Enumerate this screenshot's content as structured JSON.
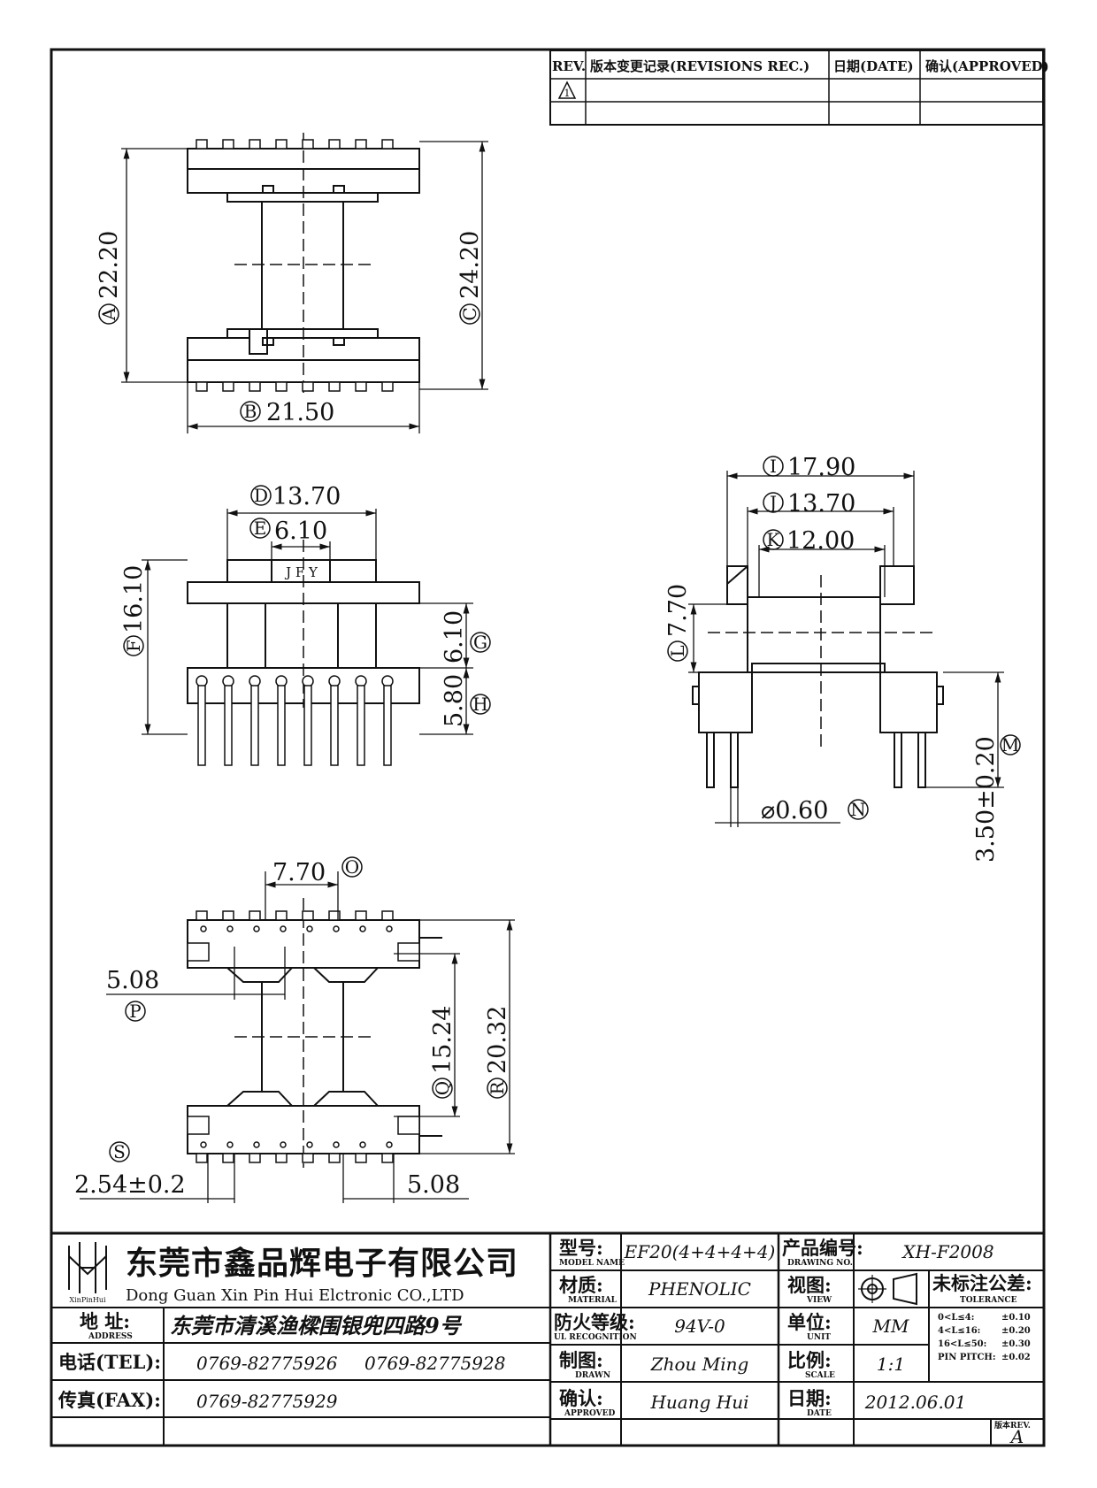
{
  "revision_block": {
    "rev_header": "REV.",
    "revisions_header": "版本变更记录(REVISIONS REC.)",
    "date_header": "日期(DATE)",
    "approved_header": "确认(APPROVED)",
    "rev_mark": "1"
  },
  "views": {
    "top_view": {
      "dim_a": "22.20",
      "dim_a_tag": "A",
      "dim_b": "21.50",
      "dim_b_tag": "B",
      "dim_c": "24.20",
      "dim_c_tag": "C"
    },
    "front_view": {
      "dim_d": "13.70",
      "dim_d_tag": "D",
      "dim_e": "6.10",
      "dim_e_tag": "E",
      "dim_f": "16.10",
      "dim_f_tag": "F",
      "dim_g": "6.10",
      "dim_g_tag": "G",
      "dim_h": "5.80",
      "dim_h_tag": "H",
      "marking": "J F Y"
    },
    "side_view": {
      "dim_i": "17.90",
      "dim_i_tag": "I",
      "dim_j": "13.70",
      "dim_j_tag": "J",
      "dim_k": "12.00",
      "dim_k_tag": "K",
      "dim_l": "7.70",
      "dim_l_tag": "L",
      "dim_m": "3.50±0.20",
      "dim_m_tag": "M",
      "dim_n": "⌀0.60",
      "dim_n_tag": "N"
    },
    "bottom_view": {
      "dim_o": "7.70",
      "dim_o_tag": "O",
      "dim_p": "5.08",
      "dim_p_tag": "P",
      "dim_q": "15.24",
      "dim_q_tag": "Q",
      "dim_r": "20.32",
      "dim_r_tag": "R",
      "dim_s": "2.54±0.2",
      "dim_s_tag": "S",
      "dim_t": "5.08"
    }
  },
  "title_block": {
    "company_cn": "东莞市鑫品辉电子有限公司",
    "company_en": "Dong Guan Xin Pin Hui Elctronic CO.,LTD",
    "logo_caption": "XinPinHui",
    "address_label": "地  址:",
    "address_sub": "ADDRESS",
    "address_value": "东莞市清溪渔樑围银兜四路9号",
    "tel_label": "电话(TEL):",
    "tel_1": "0769-82775926",
    "tel_2": "0769-82775928",
    "fax_label": "传真(FAX):",
    "fax_value": "0769-82775929",
    "model_label": "型号:",
    "model_sub": "MODEL NAME",
    "model_value": "EF20(4+4+4+4)",
    "material_label": "材质:",
    "material_sub": "MATERIAL",
    "material_value": "PHENOLIC",
    "flammability_label": "防火等级:",
    "flammability_sub": "UL RECOGNITION",
    "flammability_value": "94V-0",
    "drawn_label": "制图:",
    "drawn_sub": "DRAWN",
    "drawn_value": "Zhou Ming",
    "approved_label": "确认:",
    "approved_sub": "APPROVED",
    "approved_value": "Huang Hui",
    "drawing_no_label": "产品编号:",
    "drawing_no_sub": "DRAWING NO.",
    "drawing_no_value": "XH-F2008",
    "view_label": "视图:",
    "view_sub": "VIEW",
    "unit_label": "单位:",
    "unit_sub": "UNIT",
    "unit_value": "MM",
    "scale_label": "比例:",
    "scale_sub": "SCALE",
    "scale_value": "1:1",
    "date_label": "日期:",
    "date_sub": "DATE",
    "date_value": "2012.06.01",
    "tolerance_label": "未标注公差:",
    "tolerance_sub": "TOLERANCE",
    "tolerance_rows": [
      {
        "range": "0<L≤4:",
        "value": "±0.10"
      },
      {
        "range": "4<L≤16:",
        "value": "±0.20"
      },
      {
        "range": "16<L≤50:",
        "value": "±0.30"
      },
      {
        "range": "PIN PITCH:",
        "value": "±0.02"
      }
    ],
    "revision_label": "版本REV.",
    "revision_value": "A"
  }
}
